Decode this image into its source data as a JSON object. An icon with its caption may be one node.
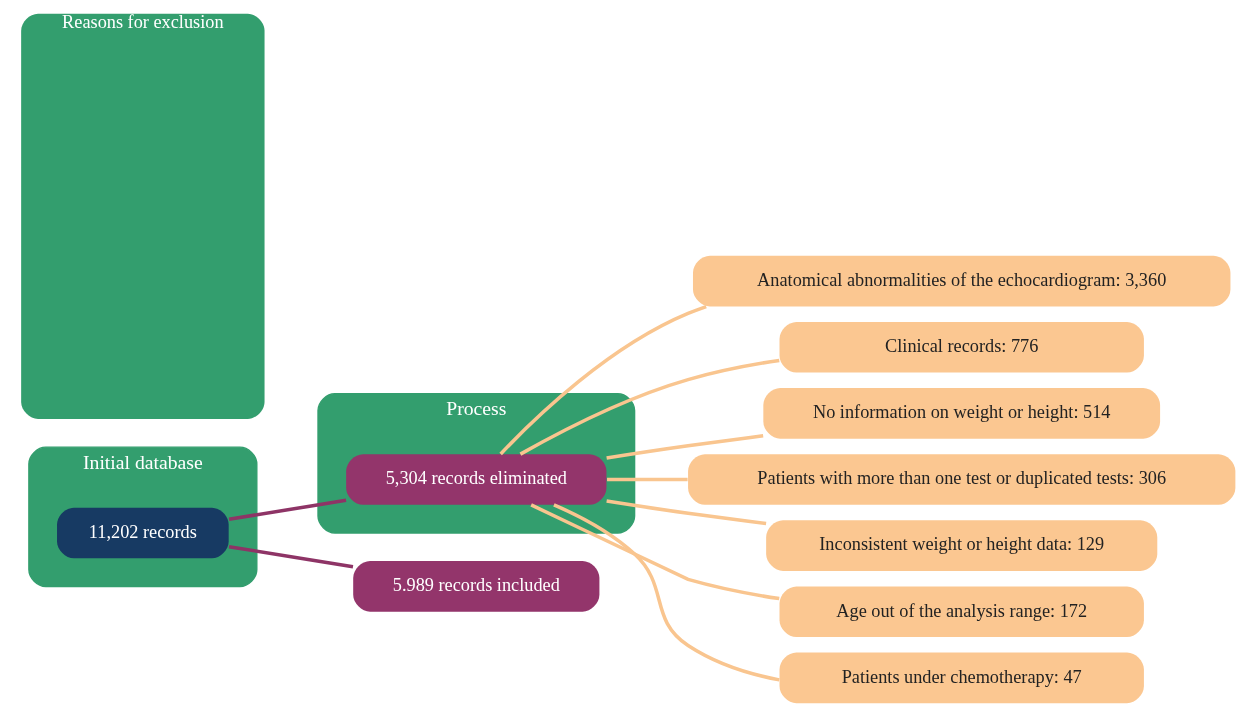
{
  "diagram": {
    "nodes": [
      {
        "text": [
          "Initial database"
        ]
      },
      {
        "text": [
          "Process"
        ]
      },
      {
        "text": [
          "Reasons for exclusion"
        ]
      },
      {
        "text": [
          "11,202 records"
        ],
        "in": 0
      },
      {
        "text": [
          "5,304 records eliminated"
        ],
        "in": 1
      },
      {
        "text": [
          "5.989 records included"
        ]
      },
      {
        "text": [
          "Anatomical abnormalities of the echocardiogram: 3,360"
        ]
      },
      {
        "text": [
          "Clinical records: 776"
        ]
      },
      {
        "text": [
          "No information on weight or height: 514"
        ]
      },
      {
        "text": [
          "Patients with more than one test or duplicated tests: 306"
        ]
      },
      {
        "text": [
          "Inconsistent weight or height data: 129"
        ]
      },
      {
        "text": [
          "Age out of the analysis range: 172"
        ]
      },
      {
        "text": [
          "Patients under chemotherapy: 47"
        ]
      }
    ],
    "edges": [
      {
        "from": 3,
        "to": 4,
        "arrow": "none",
        "color": "#8e3466"
      },
      {
        "from": 3,
        "to": 5,
        "arrow": "none",
        "color": "#8e3466"
      },
      {
        "from": 4,
        "to": 6,
        "arrow": "none"
      },
      {
        "from": 4,
        "to": 7,
        "arrow": "none"
      },
      {
        "from": 4,
        "to": 8,
        "arrow": "none"
      },
      {
        "from": 4,
        "to": 9,
        "arrow": "none"
      },
      {
        "from": 4,
        "to": 10,
        "arrow": "none"
      },
      {
        "from": 4,
        "to": 11,
        "arrow": "none"
      },
      {
        "from": 4,
        "to": 12,
        "arrow": "none"
      }
    ]
  }
}
